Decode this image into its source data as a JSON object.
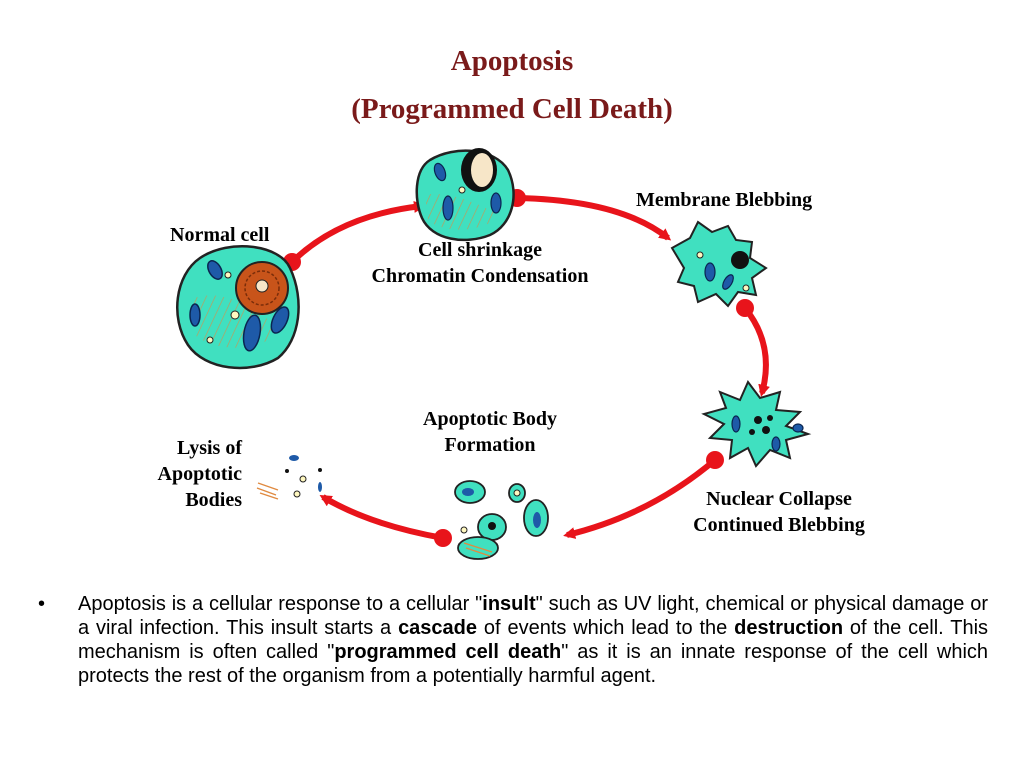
{
  "title": {
    "line1": "Apoptosis",
    "line2": "(Programmed Cell Death)"
  },
  "stages": {
    "normal": "Normal cell",
    "shrink_line1": "Cell shrinkage",
    "shrink_line2": "Chromatin Condensation",
    "blebbing": "Membrane Blebbing",
    "collapse_line1": "Nuclear Collapse",
    "collapse_line2": "Continued Blebbing",
    "body_line1": "Apoptotic Body",
    "body_line2": "Formation",
    "lysis_line1": "Lysis of",
    "lysis_line2": "Apoptotic",
    "lysis_line3": "Bodies"
  },
  "bullet": {
    "mark": "•",
    "t1": "Apoptosis is a cellular response to a cellular \"",
    "b1": "insult",
    "t2": "\" such as UV light, chemical or physical damage or a viral infection. This insult starts a ",
    "b2": "cascade",
    "t3": " of events which lead to the ",
    "b3": "destruction",
    "t4": " of the cell. This mechanism is often called \"",
    "b4": "programmed cell death",
    "t5": "\" as it is an innate response of the cell which protects the rest of the organism from a potentially harmful agent."
  },
  "colors": {
    "title": "#7a1a1a",
    "cell": "#40e0c0",
    "outline": "#222222",
    "arrow": "#e8141b",
    "nucleus": "#c8541a",
    "mito": "#1e5aa8"
  }
}
